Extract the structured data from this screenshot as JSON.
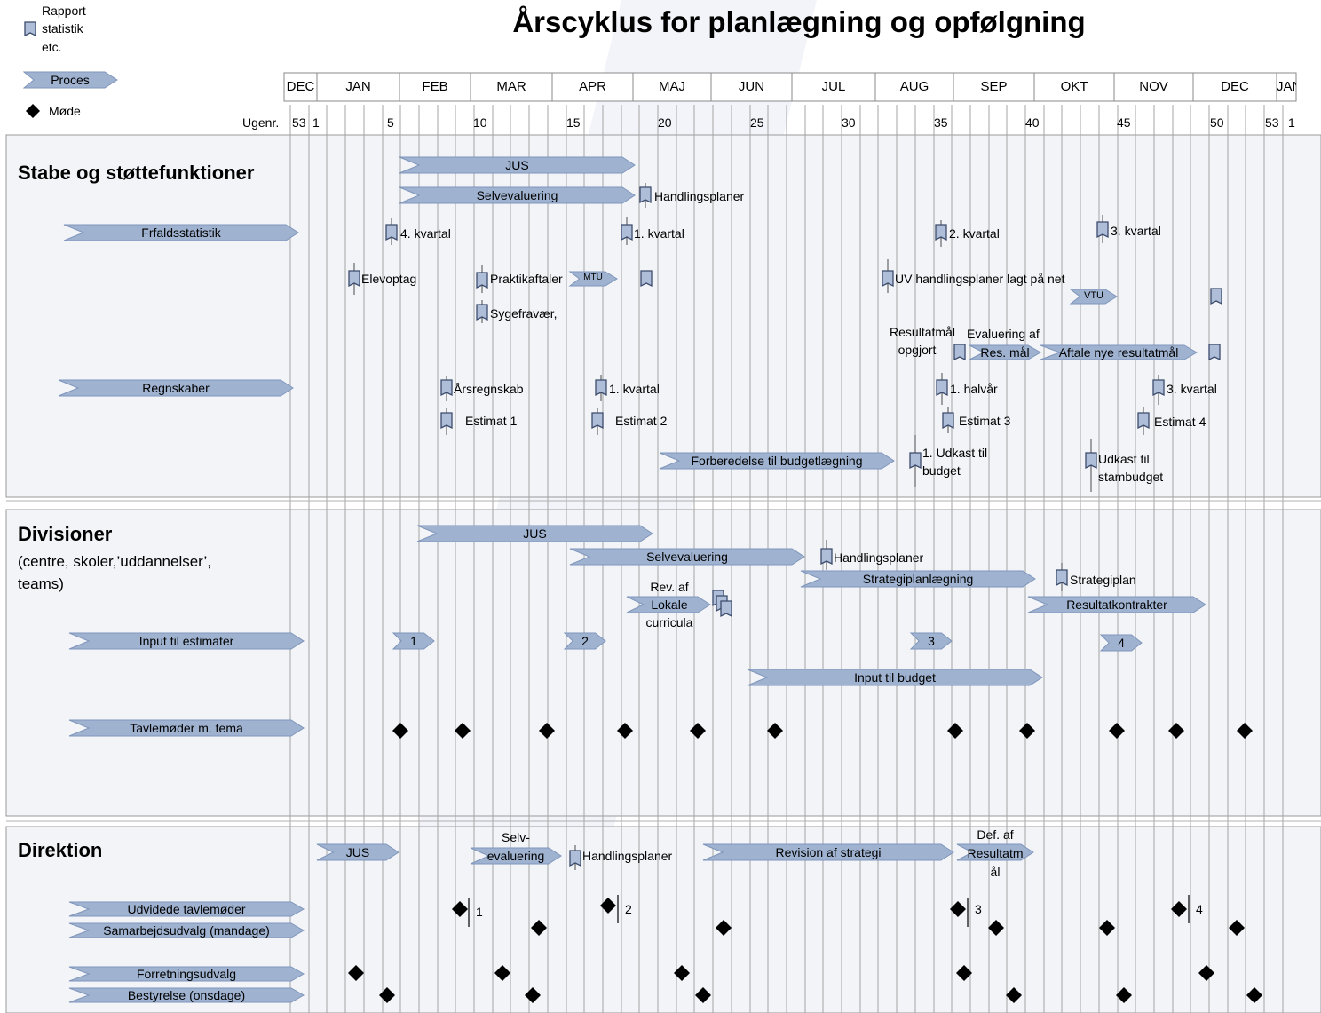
{
  "title": "Årscyklus for planlægning og opfølgning",
  "legend": {
    "report_line1": "Rapport",
    "report_line2": "statistik",
    "report_line3": "etc.",
    "process": "Proces",
    "meeting": "Møde"
  },
  "week_label": "Ugenr.",
  "months": [
    "DEC",
    "JAN",
    "FEB",
    "MAR",
    "APR",
    "MAJ",
    "JUN",
    "JUL",
    "AUG",
    "SEP",
    "OKT",
    "NOV",
    "DEC",
    "JAN"
  ],
  "week_numbers": [
    "53",
    "1",
    "5",
    "10",
    "15",
    "20",
    "25",
    "30",
    "35",
    "40",
    "45",
    "50",
    "53",
    "1"
  ],
  "colors": {
    "arrow_fill": "#9fb3d1",
    "arrow_stroke": "#7f95ba",
    "band": "#f2f4f8",
    "doc_fill": "#aebdd8"
  },
  "sections": {
    "stabe": {
      "title": "Stabe og støttefunktioner"
    },
    "divisioner": {
      "title": "Divisioner",
      "subtitle1": "(centre, skoler,’uddannelser’,",
      "subtitle2": "teams)"
    },
    "direktion": {
      "title": "Direktion"
    }
  },
  "row_labels": {
    "frfaldsstatistik": "Frfaldsstatistik",
    "regnskaber": "Regnskaber",
    "input_estimater": "Input til estimater",
    "tavlemoder": "Tavlemøder m. tema",
    "udvidede": "Udvidede tavlemøder",
    "samarbejdsudvalg": "Samarbejdsudvalg (mandage)",
    "forretningsudvalg": "Forretningsudvalg",
    "bestyrelse": "Bestyrelse (onsdage)"
  },
  "processes": {
    "jus1": "JUS",
    "selvevaluering1": "Selvevaluering",
    "mtu": "MTU",
    "vtu": "VTU",
    "res_maal": "Res. mål",
    "aftale": "Aftale nye resultatmål",
    "forberedelse": "Forberedelse til budgetlægning",
    "jus2": "JUS",
    "selvevaluering2": "Selvevaluering",
    "strategiplanlaegning": "Strategiplanlægning",
    "rev_line1": "Rev. af",
    "rev_line2": "Lokale",
    "rev_line3": "curricula",
    "resultatkontrakter": "Resultatkontrakter",
    "input1": "1",
    "input2": "2",
    "input3": "3",
    "input4": "4",
    "input_budget": "Input til budget",
    "jus3": "JUS",
    "selv3_line1": "Selv-",
    "selv3_line2": "evaluering",
    "revision_strategi": "Revision af strategi",
    "def_line1": "Def. af",
    "def_line2": "Resultatm",
    "def_line3": "ål"
  },
  "milestones": {
    "handlingsplaner1": "Handlingsplaner",
    "kv4": "4. kvartal",
    "kv1": "1. kvartal",
    "kv2": "2. kvartal",
    "kv3": "3. kvartal",
    "elevoptag": "Elevoptag",
    "praktikaftaler": "Praktikaftaler",
    "sygefravaer": "Sygefravær,",
    "uv": "UV handlingsplaner lagt på net",
    "resultatmaal_line1": "Resultatmål",
    "resultatmaal_line2": "opgjort",
    "evaluering_af": "Evaluering af",
    "aarsregnskab": "Årsregnskab",
    "r_kv1": "1. kvartal",
    "halvaar": "1. halvår",
    "r_kv3": "3. kvartal",
    "estimat1": "Estimat 1",
    "estimat2": "Estimat 2",
    "estimat3": "Estimat 3",
    "estimat4": "Estimat 4",
    "udkast1_line1": "1. Udkast til",
    "udkast1_line2": "budget",
    "udkast2_line1": "Udkast til",
    "udkast2_line2": "stambudget",
    "handlingsplaner2": "Handlingsplaner",
    "strategiplan": "Strategiplan",
    "handlingsplaner3": "Handlingsplaner",
    "udv1": "1",
    "udv2": "2",
    "udv3": "3",
    "udv4": "4"
  }
}
